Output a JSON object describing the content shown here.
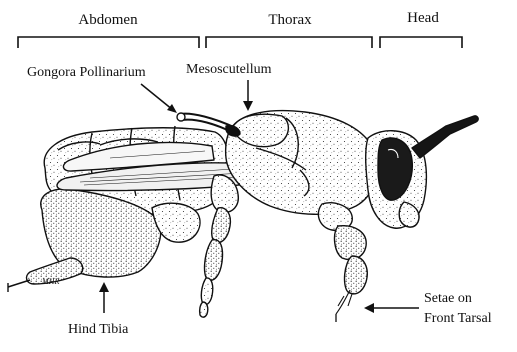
{
  "labels": {
    "abdomen": "Abdomen",
    "thorax": "Thorax",
    "head": "Head",
    "gongora_pollinarium": "Gongora Pollinarium",
    "mesoscutellum": "Mesoscutellum",
    "hind_tibia": "Hind Tibia",
    "setae_line1": "Setae on",
    "setae_line2": "Front Tarsal",
    "signature": "MHR"
  },
  "colors": {
    "ink": "#111111",
    "body_fill": "#ffffff",
    "eye": "#1a1a1a",
    "antenna": "#151515",
    "wing": "#f4f4f4"
  }
}
